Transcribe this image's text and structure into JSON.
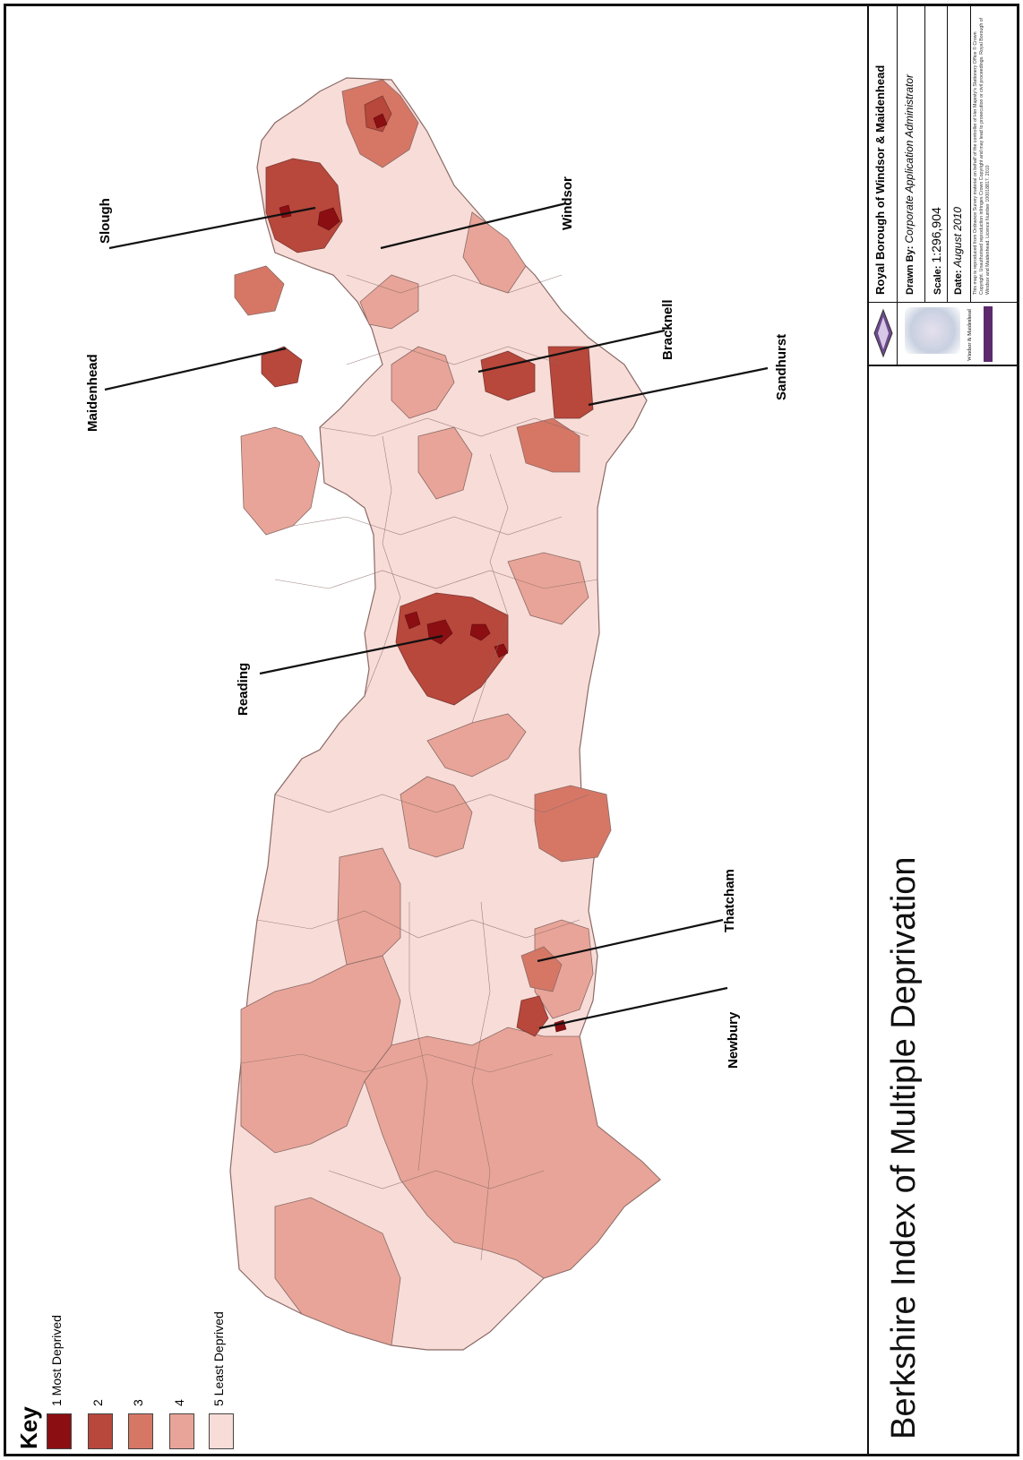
{
  "title": "Berkshire Index of Multiple Deprivation",
  "info": {
    "org": "Royal Borough of Windsor & Maidenhead",
    "drawn_by_label": "Drawn By:",
    "drawn_by_value": "Corporate Application Administrator",
    "scale_label": "Scale:",
    "scale_value": "1:296,904",
    "date_label": "Date:",
    "date_value": "August 2010",
    "copyright": "This map is reproduced from Ordnance Survey material on behalf of the controller of Her Majesty's Stationery Office © Crown Copyright. Unauthorised reproduction infringes Crown Copyright and may lead to prosecution or civil proceedings. Royal Borough of Windsor and Maidenhead. Licence Number 100018817. 2010",
    "logo_caption": "Windsor & Maidenhead"
  },
  "legend": {
    "title": "Key",
    "items": [
      {
        "label": "1 Most Deprived",
        "color": "#8b0f12"
      },
      {
        "label": "2",
        "color": "#b8473c"
      },
      {
        "label": "3",
        "color": "#d67766"
      },
      {
        "label": "4",
        "color": "#e8a498"
      },
      {
        "label": "5 Least Deprived",
        "color": "#f8dcd8"
      }
    ]
  },
  "places": [
    "Slough",
    "Windsor",
    "Maidenhead",
    "Bracknell",
    "Sandhurst",
    "Reading",
    "Thatcham",
    "Newbury"
  ]
}
